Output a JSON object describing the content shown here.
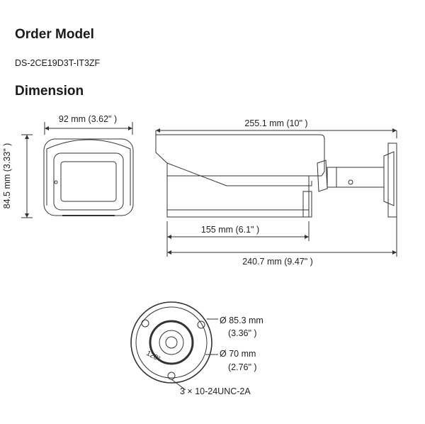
{
  "order_model": {
    "heading": "Order Model",
    "value": "DS-2CE19D3T-IT3ZF"
  },
  "dimension": {
    "heading": "Dimension",
    "front_width": "92 mm (3.62\" )",
    "front_height": "84.5 mm (3.33\" )",
    "total_length": "255.1 mm (10\" )",
    "body_length": "155 mm (6.1\" )",
    "bracket_length": "240.7 mm (9.47\" )",
    "base_outer_dia_mm": "Ø 85.3 mm",
    "base_outer_dia_in": "(3.36\" )",
    "base_inner_dia_mm": "Ø 70 mm",
    "base_inner_dia_in": "(2.76\" )",
    "base_angle": "120°",
    "screws": "3 × 10-24UNC-2A"
  }
}
